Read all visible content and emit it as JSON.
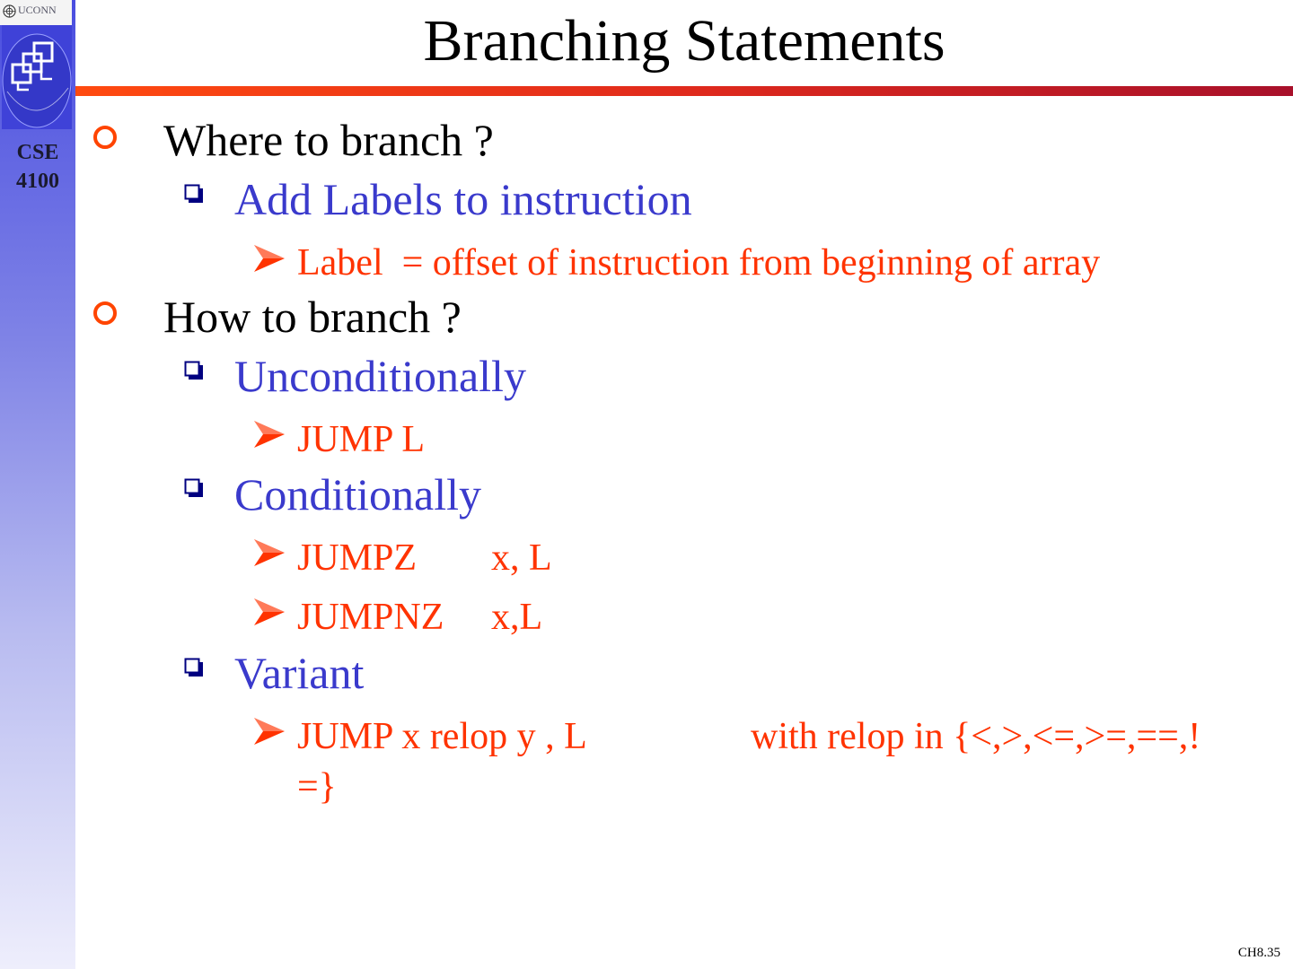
{
  "sidebar": {
    "university": "UCONN",
    "course_line1": "CSE",
    "course_line2": "4100"
  },
  "title": "Branching Statements",
  "content": {
    "where_heading": "Where to branch ?",
    "add_labels": "Add Labels to instruction",
    "label_def": "Label  = offset of instruction from beginning of array",
    "how_heading": "How to branch ?",
    "unconditionally": "Unconditionally",
    "jump_l": "JUMP L",
    "conditionally": "Conditionally",
    "jumpz_op": "JUMPZ",
    "jumpz_args": "x, L",
    "jumpnz_op": "JUMPNZ",
    "jumpnz_args": "x,L",
    "variant": "Variant",
    "variant_code": "JUMP x relop y , L",
    "variant_note_line1": "with relop in {<,>,<=,>=,==,!",
    "variant_note_line2": "=}"
  },
  "footer": {
    "page": "CH8.35"
  },
  "colors": {
    "level1": "#000000",
    "level2": "#3a3acc",
    "level3": "#ff3300",
    "bullet_level1": "#ff4400",
    "bullet_level2": "#000080",
    "rule_start": "#ff4a10",
    "rule_end": "#a8102a"
  }
}
